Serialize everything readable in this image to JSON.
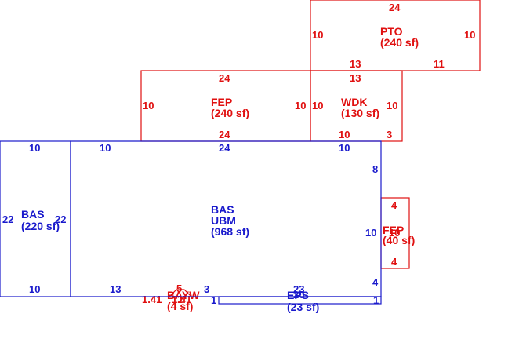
{
  "colors": {
    "blue": "#1a1acc",
    "red": "#e01010"
  },
  "rooms": {
    "pto": {
      "code": "PTO",
      "area": "(240 sf)"
    },
    "fep_top": {
      "code": "FEP",
      "area": "(240 sf)"
    },
    "wdk": {
      "code": "WDK",
      "area": "(130 sf)"
    },
    "bas_left": {
      "code": "BAS",
      "area": "(220 sf)"
    },
    "bas_main": {
      "code": "BAS",
      "code2": "UBM",
      "area": "(968 sf)"
    },
    "fep_right": {
      "code": "FEP",
      "area": "(40 sf)"
    },
    "bay_window": {
      "code": "BAYW",
      "area": "(4 sf)"
    },
    "eps": {
      "code": "EPS",
      "area": "(23 sf)"
    }
  },
  "dimensions": {
    "pto_top": "24",
    "pto_left": "10",
    "pto_right": "10",
    "pto_bottom_left": "13",
    "pto_bottom_right": "11",
    "fep_top_top": "24",
    "fep_top_left": "10",
    "fep_top_right": "10",
    "fep_top_bottom": "24",
    "wdk_top": "13",
    "wdk_left": "10",
    "wdk_right": "10",
    "wdk_bottom": "10",
    "wdk_bottom_right": "3",
    "bas_left_top": "10",
    "bas_left_left": "22",
    "bas_left_right": "22",
    "bas_left_bottom": "10",
    "bas_main_top_left": "10",
    "bas_main_top_mid": "24",
    "bas_main_top_right": "10",
    "bas_main_right_upper": "8",
    "bas_main_right_mid": "10",
    "bas_main_right_lower": "4",
    "bas_main_bottom_left": "13",
    "bas_main_bottom_notch": "3",
    "bas_main_bottom_one": "1",
    "bas_main_bottom_eps": "23",
    "bas_main_bottom_right": "1",
    "fep_right_top": "4",
    "fep_right_bottom": "4",
    "fep_right_side": "10",
    "bay_top": "5",
    "bay_side": "1.41",
    "bay_mid": "1",
    "bay_right": "1.41",
    "eps_top": "20"
  }
}
